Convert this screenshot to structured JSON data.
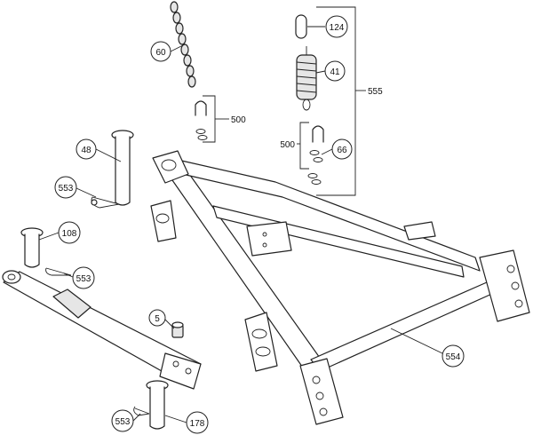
{
  "callouts": {
    "c60": "60",
    "c124": "124",
    "c41": "41",
    "c555": "555",
    "c500a": "500",
    "c500b": "500",
    "c66": "66",
    "c48": "48",
    "c553a": "553",
    "c108": "108",
    "c553b": "553",
    "c5": "5",
    "c554": "554",
    "c553c": "553",
    "c178": "178"
  },
  "colors": {
    "line": "#222222",
    "background": "#ffffff"
  }
}
